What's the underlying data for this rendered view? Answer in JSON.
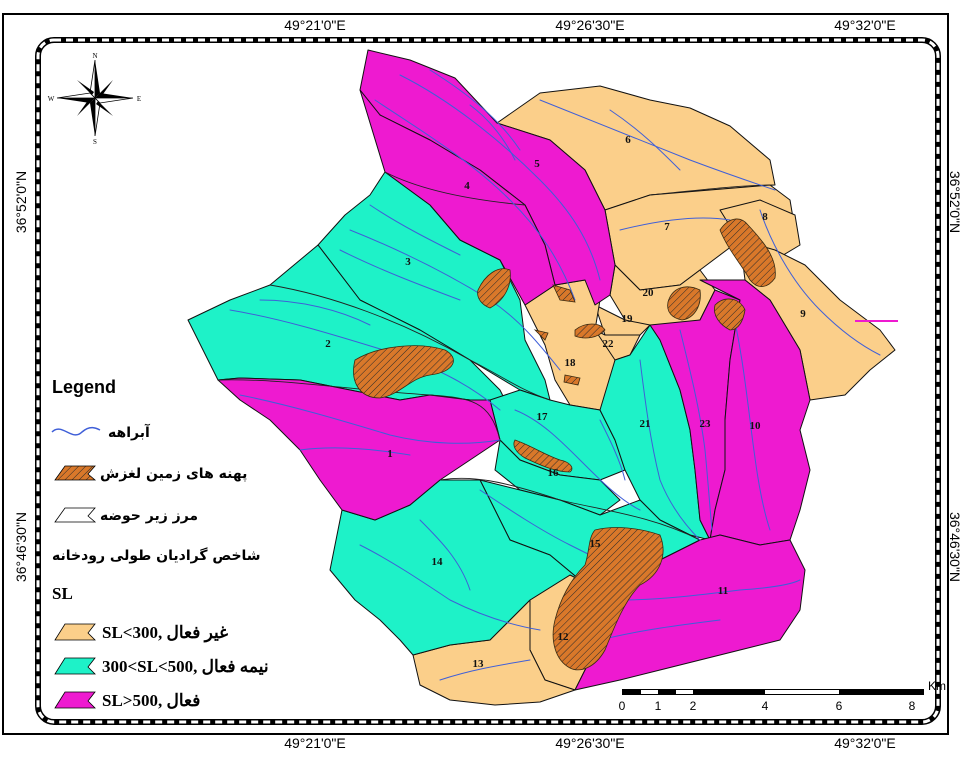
{
  "coords": {
    "top": [
      "49°21'0\"E",
      "49°26'30\"E",
      "49°32'0\"E"
    ],
    "bottom": [
      "49°21'0\"E",
      "49°26'30\"E",
      "49°32'0\"E"
    ],
    "left": [
      "36°52'0\"N",
      "36°46'30\"N"
    ],
    "right": [
      "36°52'0\"N",
      "36°46'30\"N"
    ]
  },
  "north_arrow": {
    "n": "N",
    "s": "S",
    "e": "E",
    "w": "W"
  },
  "legend": {
    "title": "Legend",
    "stream": "آبراهه",
    "landslide": "پهنه های زمین لغزش",
    "boundary": "مرز زیر حوضه",
    "index_title": "شاخص گرادیان طولی رودخانه",
    "sl_title": "SL",
    "classes": [
      {
        "label": "SL<300, غیر فعال",
        "color": "#fbcf8a"
      },
      {
        "label": "300<SL<500, نیمه فعال",
        "color": "#1ef2c8"
      },
      {
        "label": "SL>500, فعال",
        "color": "#ee1ad0"
      }
    ]
  },
  "colors": {
    "inactive": "#fbcf8a",
    "semi": "#1ef2c8",
    "active": "#ee1ad0",
    "landslide": "#d9782a",
    "stream": "#3f5fd8"
  },
  "scale": {
    "unit": "Km",
    "ticks": [
      "0",
      "1",
      "2",
      "4",
      "6",
      "8"
    ]
  },
  "subbasins": [
    "1",
    "2",
    "3",
    "4",
    "5",
    "6",
    "7",
    "8",
    "9",
    "10",
    "11",
    "12",
    "13",
    "14",
    "15",
    "16",
    "17",
    "18",
    "19",
    "20",
    "21",
    "22",
    "23"
  ]
}
